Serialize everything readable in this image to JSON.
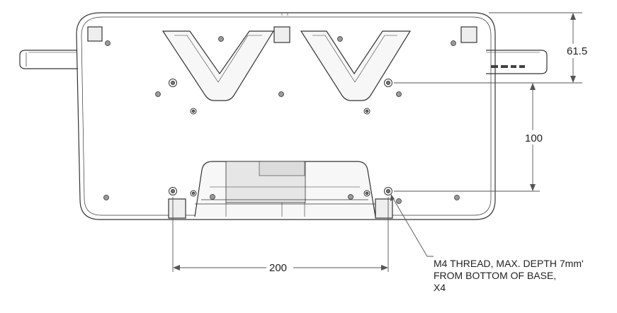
{
  "dimensions": {
    "top_offset": "61.5",
    "vertical_spacing": "100",
    "horizontal_spacing": "200"
  },
  "note": {
    "line1": "M4 THREAD, MAX. DEPTH 7mm'",
    "line2": "FROM BOTTOM OF BASE,",
    "line3": "X4"
  },
  "colors": {
    "line": "#333333",
    "dim_line": "#555555",
    "fill_light": "#f7f7f7",
    "fill_dark": "#e6e6e6"
  }
}
